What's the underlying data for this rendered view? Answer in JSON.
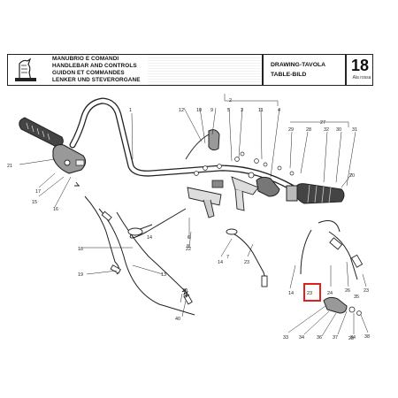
{
  "header": {
    "title_it": "MANUBRIO E COMANDI",
    "title_en": "HANDLEBAR AND CONTROLS",
    "title_fr": "GUIDON ET COMMANDES",
    "title_de": "LENKER UND STEVERORGANE",
    "ref_label_1": "DRAWING-TAVOLA",
    "ref_label_2": "TABLE-BILD",
    "table_number": "18",
    "variant": "Ala rossa"
  },
  "callouts": {
    "c1": "1",
    "c2": "2",
    "c3": "3",
    "c4": "4",
    "c5": "5",
    "c6": "6",
    "c7": "7",
    "c8": "8",
    "c9": "9",
    "c10": "10",
    "c11": "11",
    "c12": "12",
    "c13": "13",
    "c14a": "14",
    "c14b": "14",
    "c14c": "14",
    "c15": "15",
    "c16": "16",
    "c17": "17",
    "c18": "18",
    "c19": "19",
    "c20": "20",
    "c21": "21",
    "c22": "22",
    "c23a": "23",
    "c23b": "23",
    "c23c": "23",
    "c24": "24",
    "c25": "25",
    "c26": "26",
    "c27": "27",
    "c28": "28",
    "c29": "29",
    "c30": "30",
    "c31": "31",
    "c32": "32",
    "c33": "33",
    "c34a": "34",
    "c34b": "34",
    "c35": "35",
    "c36": "36",
    "c37": "37",
    "c38": "38",
    "c39": "39",
    "c40": "40"
  },
  "highlighted_part": "23",
  "highlight_color": "#e0201b"
}
